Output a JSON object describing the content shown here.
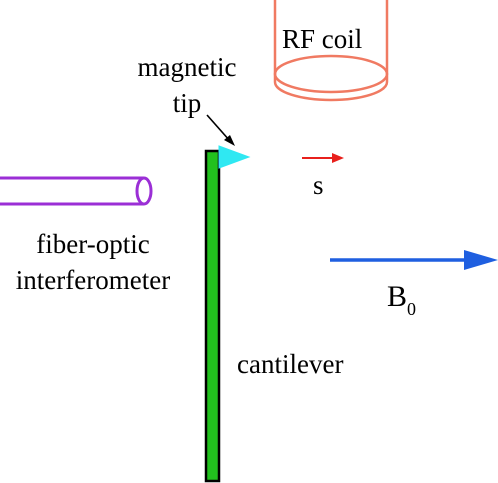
{
  "diagram": {
    "labels": {
      "rf_coil": "RF coil",
      "magnetic_tip_line1": "magnetic",
      "magnetic_tip_line2": "tip",
      "spin": "s",
      "fiber_line1": "fiber-optic",
      "fiber_line2": "interferometer",
      "field_symbol": "B",
      "field_subscript": "0",
      "cantilever": "cantilever"
    },
    "colors": {
      "rf_coil": "#F07A62",
      "fiber": "#9B2FD6",
      "cantilever": "#22C11E",
      "tip": "#2FE8F2",
      "spin_arrow": "#E8201C",
      "field_arrow": "#1F5FE0",
      "ink": "#000000"
    }
  }
}
